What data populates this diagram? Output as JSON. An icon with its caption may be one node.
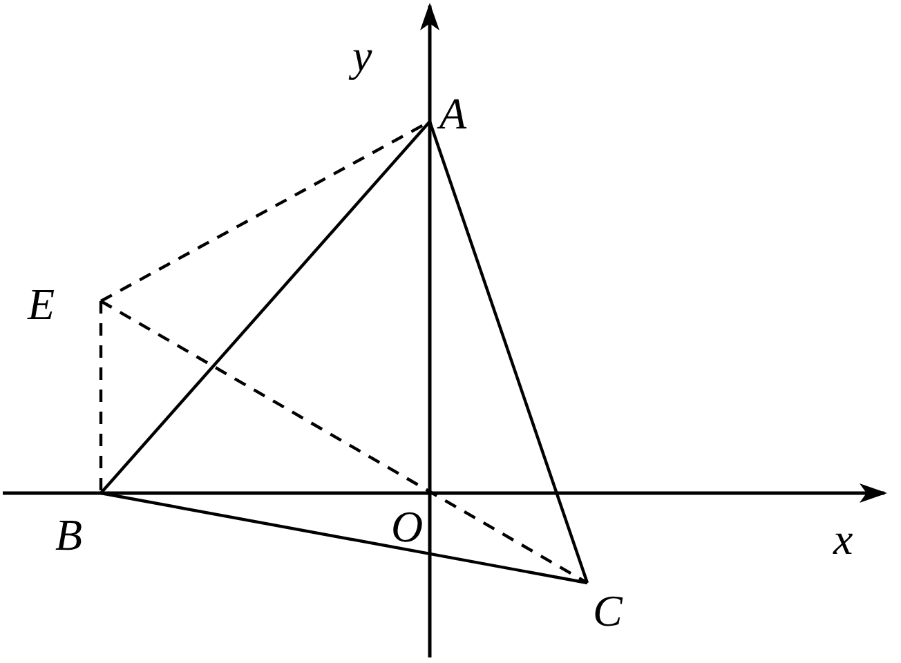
{
  "diagram": {
    "nodes": [
      {
        "text": [
          "A"
        ]
      },
      {
        "text": [
          "E"
        ]
      },
      {
        "text": [
          "B"
        ]
      },
      {
        "text": [
          "O"
        ]
      },
      {
        "text": [
          "C"
        ]
      }
    ],
    "edges": [
      {
        "from": 2,
        "to": 0,
        "arrow": "none"
      },
      {
        "from": 0,
        "to": 4,
        "arrow": "none"
      },
      {
        "from": 2,
        "to": 4,
        "arrow": "none"
      },
      {
        "from": 1,
        "to": 0,
        "arrow": "none",
        "style": "dashed"
      },
      {
        "from": 1,
        "to": 2,
        "arrow": "none",
        "style": "dashed"
      },
      {
        "from": 1,
        "to": 4,
        "arrow": "none",
        "style": "dashed"
      }
    ],
    "labels": [
      "y",
      "x"
    ]
  }
}
